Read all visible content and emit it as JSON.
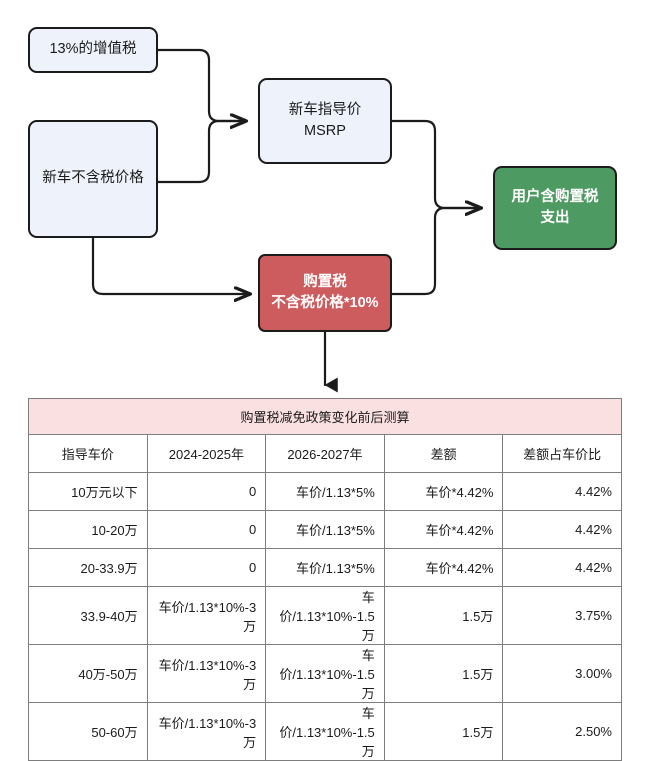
{
  "diagram": {
    "nodes": [
      {
        "id": "vat",
        "label": "13%的增值税",
        "color": "#eef2fb"
      },
      {
        "id": "preprice",
        "label": "新车不含税价格",
        "color": "#eef2fb"
      },
      {
        "id": "msrp_l1",
        "label": "新车指导价",
        "color": "#eef2fb"
      },
      {
        "id": "msrp_l2",
        "label": "MSRP",
        "color": "#eef2fb"
      },
      {
        "id": "purtax_l1",
        "label": "购置税",
        "color": "#cd5c5f"
      },
      {
        "id": "purtax_l2",
        "label": "不含税价格*10%",
        "color": "#cd5c5f"
      },
      {
        "id": "output_l1",
        "label": "用户含购置税",
        "color": "#4e9a63"
      },
      {
        "id": "output_l2",
        "label": "支出",
        "color": "#4e9a63"
      }
    ]
  },
  "table": {
    "title": "购置税减免政策变化前后测算",
    "headers": [
      "指导车价",
      "2024-2025年",
      "2026-2027年",
      "差额",
      "差额占车价比"
    ],
    "rows": [
      [
        "10万元以下",
        "0",
        "车价/1.13*5%",
        "车价*4.42%",
        "4.42%"
      ],
      [
        "10-20万",
        "0",
        "车价/1.13*5%",
        "车价*4.42%",
        "4.42%"
      ],
      [
        "20-33.9万",
        "0",
        "车价/1.13*5%",
        "车价*4.42%",
        "4.42%"
      ],
      [
        "33.9-40万",
        "车价/1.13*10%-3万",
        "车价/1.13*10%-1.5万",
        "1.5万",
        "3.75%"
      ],
      [
        "40万-50万",
        "车价/1.13*10%-3万",
        "车价/1.13*10%-1.5万",
        "1.5万",
        "3.00%"
      ],
      [
        "50-60万",
        "车价/1.13*10%-3万",
        "车价/1.13*10%-1.5万",
        "1.5万",
        "2.50%"
      ]
    ]
  },
  "colors": {
    "box_blue": "#eef2fb",
    "box_red": "#cd5c5f",
    "box_green": "#4e9a63",
    "table_title_pink": "#fbe0e2",
    "stroke": "#1b1b1b"
  }
}
